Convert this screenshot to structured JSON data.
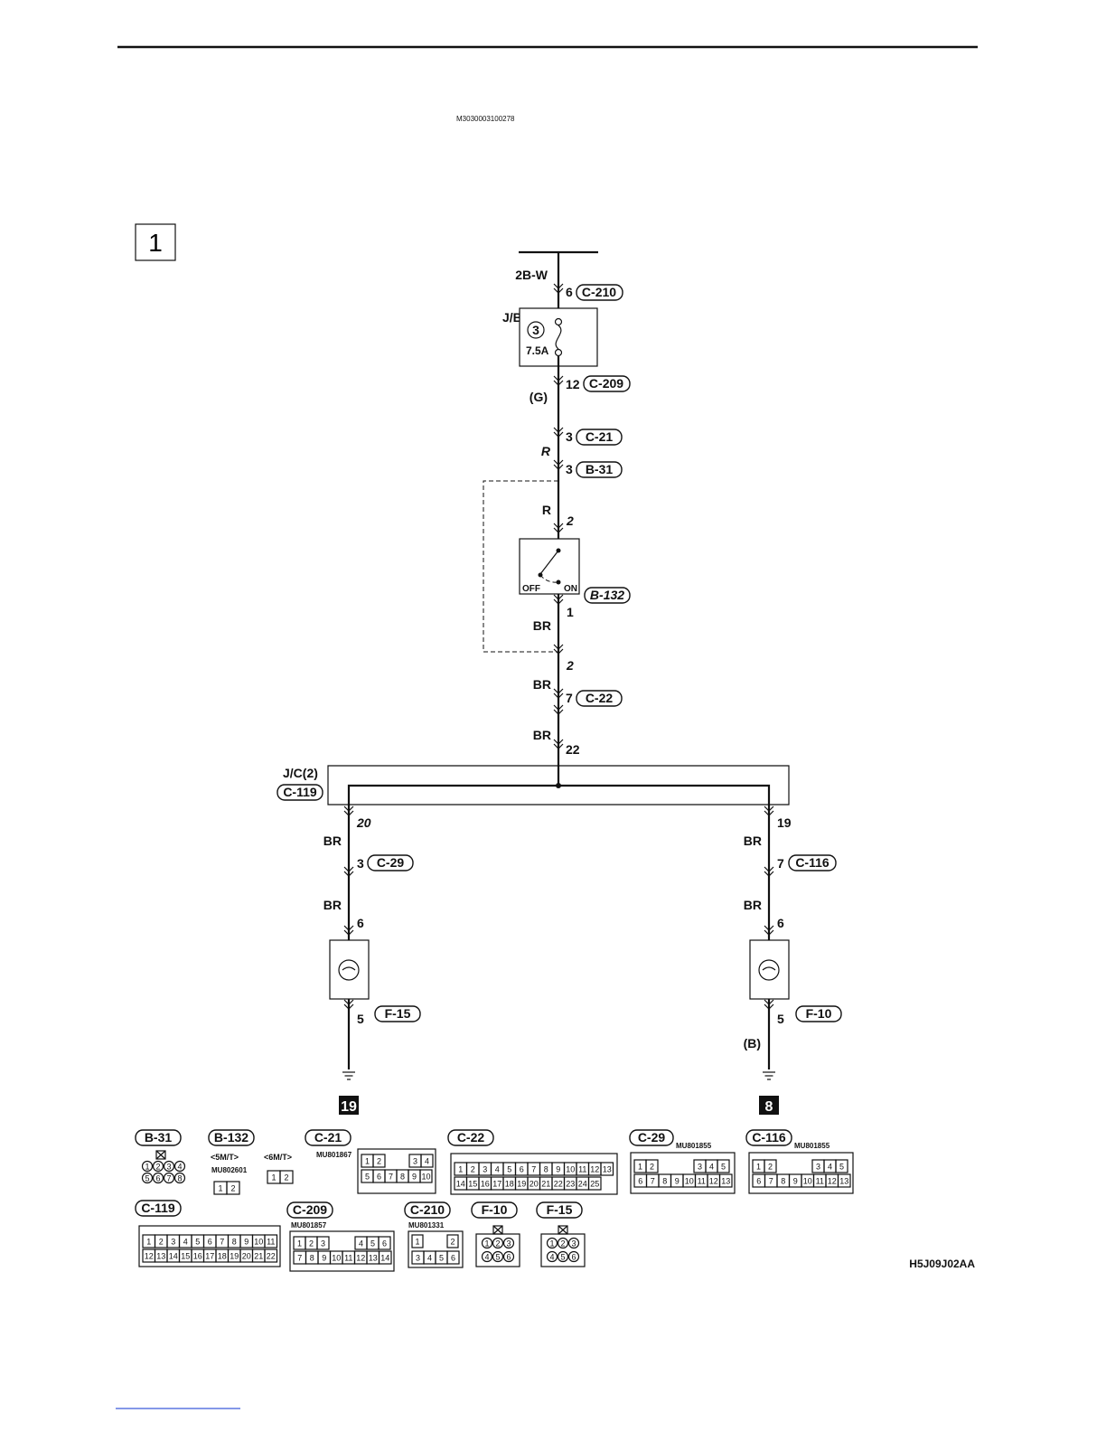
{
  "doc": {
    "code": "M3030003100278",
    "section_number": "1",
    "figure_id": "H5J09J02AA"
  },
  "bus": {
    "label": "2B-W"
  },
  "wires": {
    "jb_in_pin": "6",
    "jb_in_conn": "C-210",
    "jb_label": "J/B",
    "fuse_number": "3",
    "fuse_rating": "7.5A",
    "jb_out_pin": "12",
    "jb_out_conn": "C-209",
    "jb_out_color": "(G)",
    "pin_c21": "3",
    "conn_c21": "C-21",
    "color_r1": "R",
    "pin_b31": "3",
    "conn_b31": "B-31",
    "color_r2": "R",
    "sw_pin_top": "2",
    "sw_off": "OFF",
    "sw_on": "ON",
    "conn_b132": "B-132",
    "sw_pin_bottom": "1",
    "color_br1": "BR",
    "pin_after_sw": "2",
    "color_br2": "BR",
    "pin_c22": "7",
    "conn_c22": "C-22",
    "color_br3": "BR",
    "pin_jc_in": "22",
    "jc_label": "J/C(2)",
    "jc_conn": "C-119",
    "left_pin_jc": "20",
    "left_color1": "BR",
    "left_pin_c29": "3",
    "left_conn_c29": "C-29",
    "left_color2": "BR",
    "left_pin_lamp_top": "6",
    "left_pin_lamp_bottom": "5",
    "left_conn_f15": "F-15",
    "left_ground": "19",
    "right_pin_jc": "19",
    "right_color1": "BR",
    "right_pin_c116": "7",
    "right_conn_c116": "C-116",
    "right_color2": "BR",
    "right_pin_lamp_top": "6",
    "right_pin_lamp_bottom": "5",
    "right_conn_f10": "F-10",
    "right_color3": "(B)",
    "right_ground": "8"
  },
  "connectors": {
    "b31": {
      "name": "B-31",
      "row1": [
        "1",
        "2",
        "3",
        "4"
      ],
      "row2": [
        "5",
        "6",
        "7",
        "8"
      ]
    },
    "b132": {
      "name": "B-132",
      "variant1": "<5M/T>",
      "variant2": "<6M/T>",
      "part": "MU802601",
      "pins": [
        "1",
        "2"
      ]
    },
    "c21": {
      "name": "C-21",
      "part": "MU801867",
      "row1": [
        "1",
        "2",
        "3",
        "4"
      ],
      "row2": [
        "5",
        "6",
        "7",
        "8",
        "9",
        "10"
      ]
    },
    "c22": {
      "name": "C-22",
      "row1": [
        "1",
        "2",
        "3",
        "4",
        "5",
        "6",
        "7",
        "8",
        "9",
        "10",
        "11",
        "12",
        "13"
      ],
      "row2": [
        "14",
        "15",
        "16",
        "17",
        "18",
        "19",
        "20",
        "21",
        "22",
        "23",
        "24",
        "25"
      ]
    },
    "c29": {
      "name": "C-29",
      "part": "MU801855",
      "row1": [
        "1",
        "2",
        "3",
        "4",
        "5"
      ],
      "row2": [
        "6",
        "7",
        "8",
        "9",
        "10",
        "11",
        "12",
        "13"
      ]
    },
    "c116": {
      "name": "C-116",
      "part": "MU801855",
      "row1": [
        "1",
        "2",
        "3",
        "4",
        "5"
      ],
      "row2": [
        "6",
        "7",
        "8",
        "9",
        "10",
        "11",
        "12",
        "13"
      ]
    },
    "c119": {
      "name": "C-119",
      "row1": [
        "1",
        "2",
        "3",
        "4",
        "5",
        "6",
        "7",
        "8",
        "9",
        "10",
        "11"
      ],
      "row2": [
        "12",
        "13",
        "14",
        "15",
        "16",
        "17",
        "18",
        "19",
        "20",
        "21",
        "22"
      ]
    },
    "c209": {
      "name": "C-209",
      "part": "MU801857",
      "row1": [
        "1",
        "2",
        "3",
        "4",
        "5",
        "6"
      ],
      "row2": [
        "7",
        "8",
        "9",
        "10",
        "11",
        "12",
        "13",
        "14"
      ]
    },
    "c210": {
      "name": "C-210",
      "part": "MU801331",
      "row1": [
        "1",
        "2"
      ],
      "row2": [
        "3",
        "4",
        "5",
        "6"
      ]
    },
    "f10": {
      "name": "F-10",
      "row1": [
        "1",
        "2",
        "3"
      ],
      "row2": [
        "4",
        "5",
        "6"
      ]
    },
    "f15": {
      "name": "F-15",
      "row1": [
        "1",
        "2",
        "3"
      ],
      "row2": [
        "4",
        "5",
        "6"
      ]
    }
  }
}
